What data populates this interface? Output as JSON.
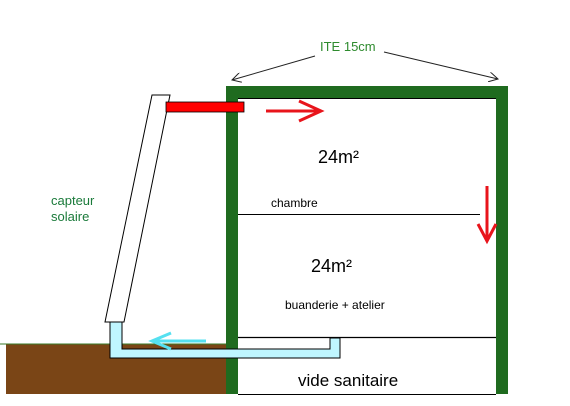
{
  "labels": {
    "insulation": "ITE 15cm",
    "upper_area": "24m²",
    "upper_room": "chambre",
    "lower_area": "24m²",
    "lower_room": "buanderie + atelier",
    "crawlspace": "vide sanitaire",
    "collector_line1": "capteur",
    "collector_line2": "solaire"
  },
  "colors": {
    "wall": "#1f6b1f",
    "ground": "#7a4516",
    "hot_duct": "#ff0000",
    "cold_duct": "#bff6ff",
    "cold_arrow": "#55e0f0",
    "hot_arrow": "#e8141b",
    "collector_label": "#1a7a3a",
    "insulation_label": "#2e8b2e",
    "text": "#000000"
  }
}
